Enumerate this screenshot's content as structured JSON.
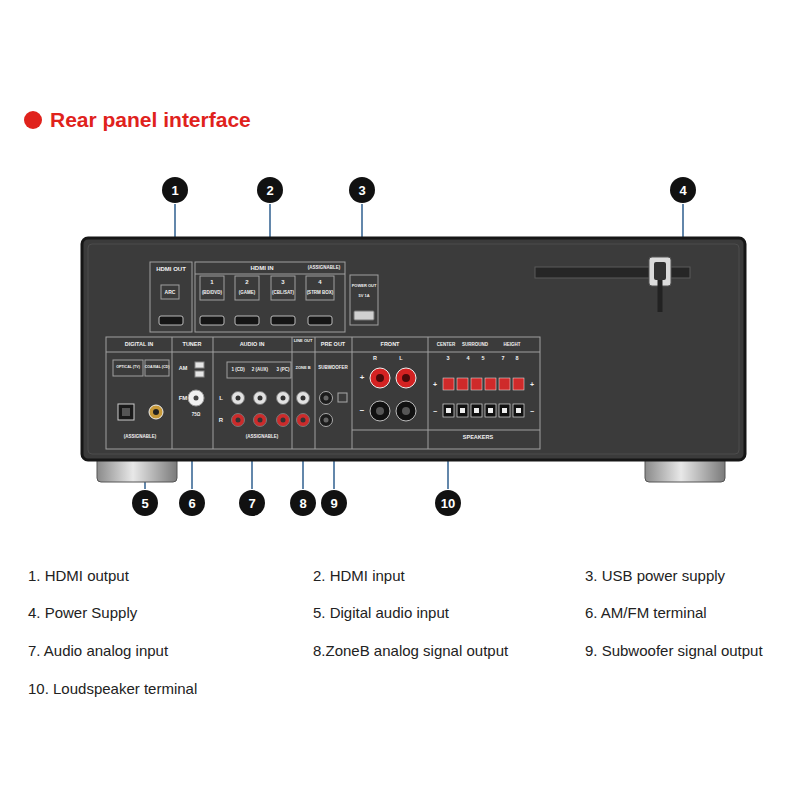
{
  "diagram": {
    "title": "Rear panel interface",
    "nodes": [
      {
        "text": [
          "1"
        ]
      },
      {
        "text": [
          "2"
        ]
      },
      {
        "text": [
          "3"
        ]
      },
      {
        "text": [
          "4"
        ]
      },
      {
        "text": [
          "5"
        ]
      },
      {
        "text": [
          "6"
        ]
      },
      {
        "text": [
          "7"
        ]
      },
      {
        "text": [
          "8"
        ]
      },
      {
        "text": [
          "9"
        ]
      },
      {
        "text": [
          "10"
        ]
      }
    ],
    "labels": [
      "HDMI OUT",
      "ARC",
      "HDMI IN",
      "(ASSIGNABLE)",
      "1",
      "(BD/DVD)",
      "2",
      "(GAME)",
      "3",
      "(CBL/SAT)",
      "4",
      "(STRM BOX)",
      "POWER OUT",
      "5V 1A",
      "DIGITAL IN",
      "OPTICAL (TV)",
      "COAXIAL (CD)",
      "(ASSIGNABLE)",
      "TUNER",
      "AM",
      "FM",
      "75Ω",
      "AUDIO IN",
      "1 (CD)",
      "2 (AUX)",
      "3 (PC)",
      "L",
      "R",
      "(ASSIGNABLE)",
      "LINE OUT",
      "ZONE B",
      "PRE OUT",
      "SUBWOOFER",
      "FRONT",
      "R",
      "L",
      "CENTER",
      "SURROUND",
      "HEIGHT",
      "3",
      "4",
      "5",
      "7",
      "8",
      "SPEAKERS",
      "+",
      "−",
      "+",
      "−",
      "+",
      "−",
      "1. HDMI output",
      "2. HDMI input",
      "3. USB power supply",
      "4. Power Supply",
      "5. Digital audio input",
      "6. AM/FM terminal",
      "7. Audio analog input",
      "8.ZoneB analog signal output",
      "9. Subwoofer signal output",
      "10. Loudspeaker terminal"
    ]
  }
}
